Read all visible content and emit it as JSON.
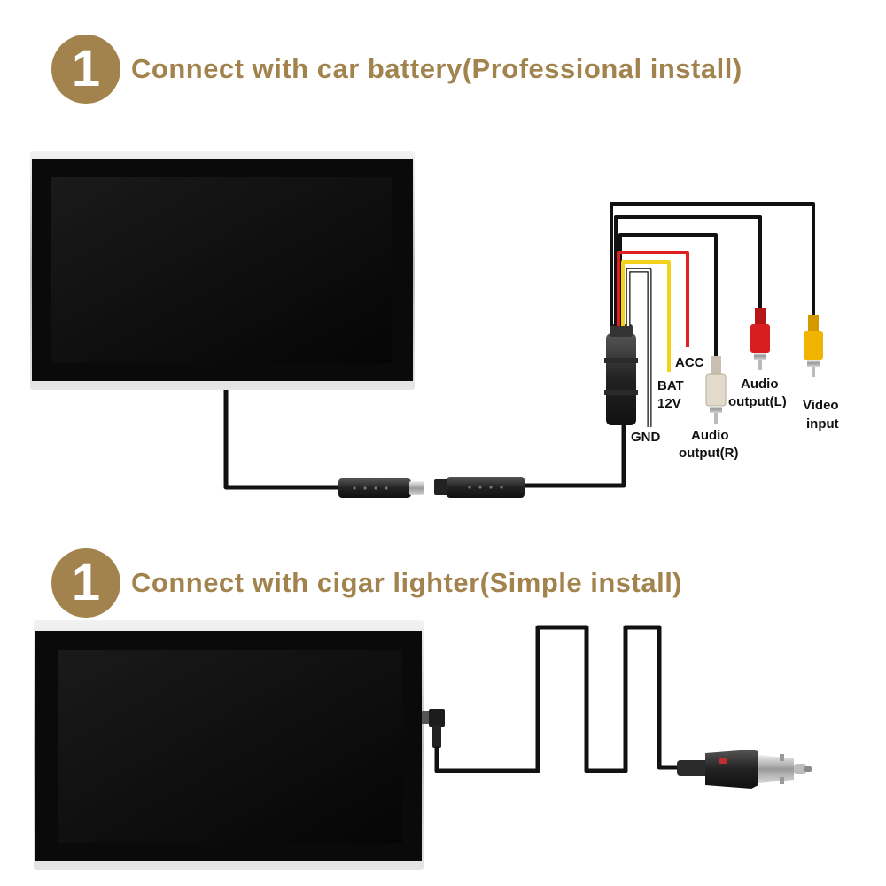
{
  "steps": [
    {
      "number": "1",
      "title": "Connect with car battery(Professional install)"
    },
    {
      "number": "1",
      "title": "Connect with cigar lighter(Simple install)"
    }
  ],
  "wiring_labels": {
    "acc": "ACC",
    "bat_line1": "BAT",
    "bat_line2": "12V",
    "gnd": "GND",
    "audio_r_line1": "Audio",
    "audio_r_line2": "output(R)",
    "audio_l_line1": "Audio",
    "audio_l_line2": "output(L)",
    "video_line1": "Video",
    "video_line2": "input"
  },
  "colors": {
    "accent": "#a2834d",
    "wire_red": "#e02020",
    "wire_yellow": "#f2d21b",
    "wire_black": "#111111",
    "rca_red": "#d81e1e",
    "rca_yellow": "#f0b400",
    "rca_white": "#d9cfc0"
  }
}
